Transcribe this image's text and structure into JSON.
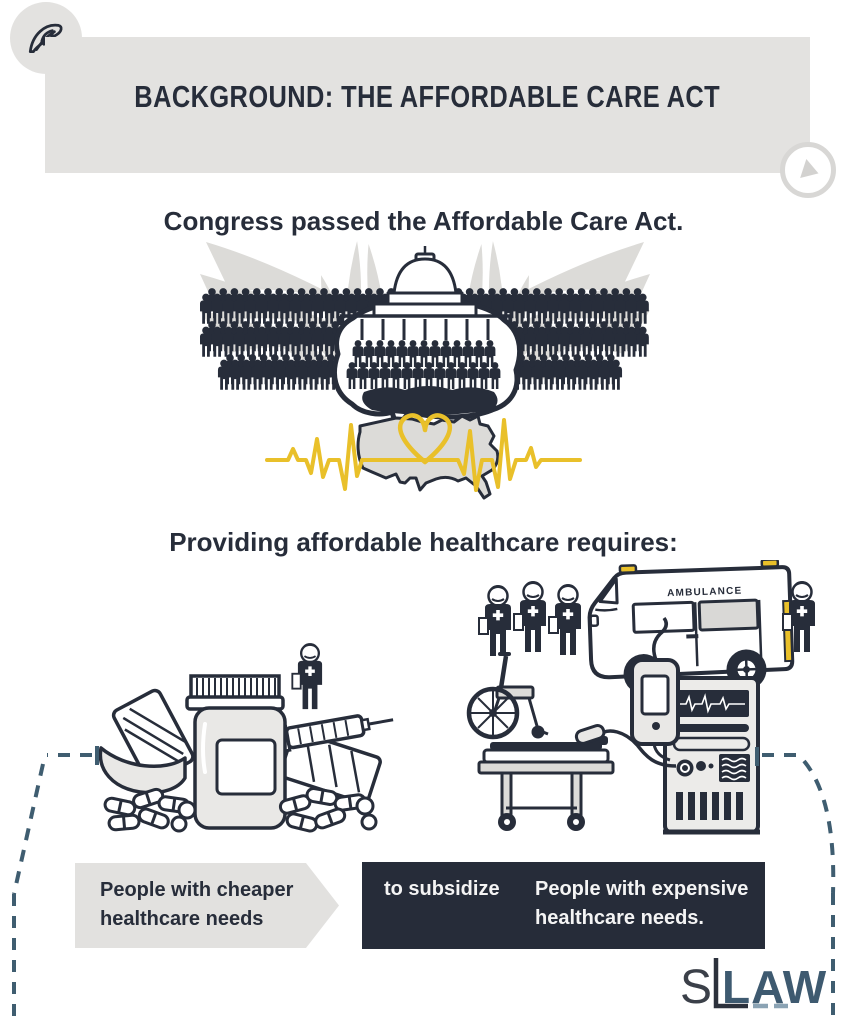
{
  "header": {
    "badge_icon": "quill-icon",
    "title": "BACKGROUND: THE AFFORDABLE CARE ACT",
    "play_icon": "play-icon"
  },
  "sections": {
    "congress_heading": "Congress passed the Affordable Care Act.",
    "requires_heading": "Providing affordable healthcare requires:"
  },
  "illustrations": {
    "hero": "capitol-with-crowd-eagle-wings-us-map-heart-ekg",
    "left": "medications-pill-bottle-syringe-capsules",
    "right": "ambulance-medics-wheelchair-stretcher-monitor",
    "ambulance_label": "AMBULANCE"
  },
  "flow": {
    "cheaper_label": "People with cheaper healthcare needs",
    "subsidize_label": "to subsidize",
    "expensive_label": "People with expensive healthcare needs."
  },
  "logo": {
    "s": "S",
    "law": "LAW"
  },
  "colors": {
    "ink": "#272d3a",
    "steel": "#3f5d70",
    "steel_light": "#8ba3b4",
    "yellow": "#e9c02a",
    "gray_banner": "#e3e2e0",
    "gray_wing": "#dcdbd8",
    "gray_fill": "#e9e8e6",
    "dark_box": "#262c39",
    "arrow_box": "#e2e1df"
  }
}
